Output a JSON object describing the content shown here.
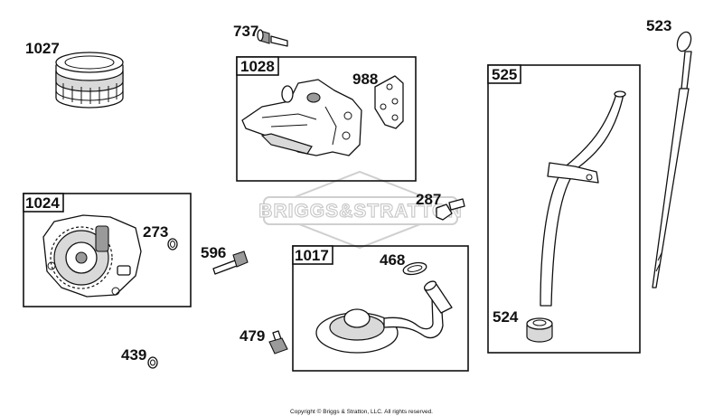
{
  "watermark": "BRIGGS&STRATTON",
  "copyright": "Copyright © Briggs & Stratton, LLC. All rights reserved.",
  "labels": {
    "p1027": "1027",
    "p737": "737",
    "p1028": "1028",
    "p988": "988",
    "p523": "523",
    "p525": "525",
    "p1024": "1024",
    "p273": "273",
    "p287": "287",
    "p596": "596",
    "p1017": "1017",
    "p468": "468",
    "p524": "524",
    "p479": "479",
    "p439": "439"
  }
}
